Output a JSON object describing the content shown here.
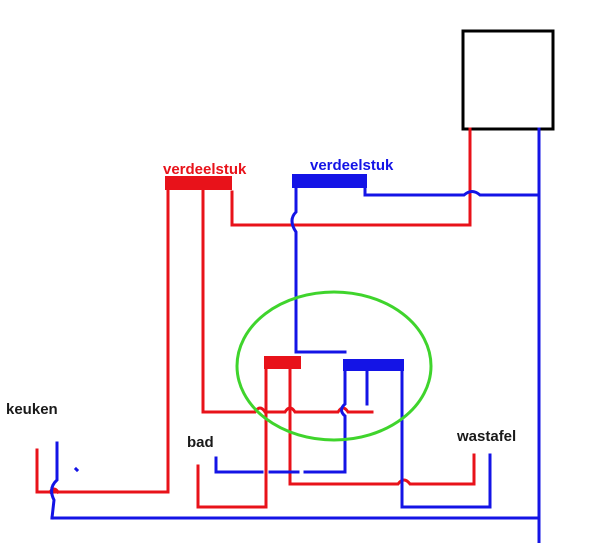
{
  "labels": {
    "manifold_hot": "verdeelstuk",
    "manifold_cold": "verdeelstuk",
    "kitchen": "keuken",
    "bath": "bad",
    "sink": "wastafel"
  },
  "colors": {
    "hot": "#e8121a",
    "cold": "#1414e6",
    "highlight": "#3fd42c",
    "boiler_outline": "#000000",
    "text": "#1a1a1a"
  }
}
